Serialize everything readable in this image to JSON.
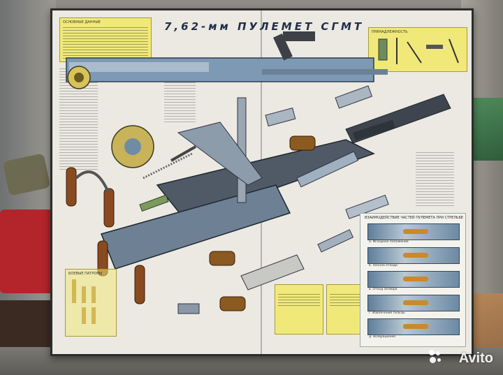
{
  "poster": {
    "title": "7,62-мм ПУЛЕМЕТ СГМТ",
    "top_left_box_heading": "ОСНОВНЫЕ ДАННЫЕ",
    "top_right_box_heading": "ПРИНАДЛЕЖНОСТЬ",
    "bottom_left_box_heading": "БОЕВЫЕ ПАТРОНЫ",
    "right_panel_heading": "ВЗАИМОДЕЙСТВИЕ ЧАСТЕЙ ПУЛЕМЕТА ПРИ СТРЕЛЬБЕ",
    "steps": [
      "а. Исходное положение",
      "б. Начало отхода",
      "в. Отход затвора",
      "г. Извлечение гильзы",
      "д. Возвращение"
    ]
  },
  "watermark": "Avito",
  "colors": {
    "poster_bg": "#ebe9e2",
    "title": "#1f2f4a",
    "highlight": "#f0e97a",
    "steel": "#5f7e9a",
    "wood": "#8a4a1f"
  }
}
